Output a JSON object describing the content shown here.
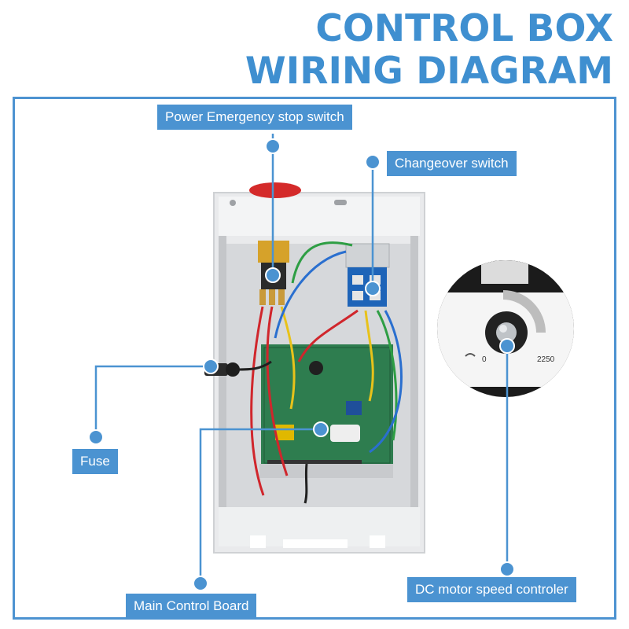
{
  "title": {
    "line1": "CONTROL BOX",
    "line2": "WIRING DIAGRAM"
  },
  "labels": {
    "emergency_stop": "Power Emergency stop switch",
    "changeover": "Changeover switch",
    "fuse": "Fuse",
    "main_board": "Main Control Board",
    "speed_controller": "DC motor speed controler"
  },
  "dial": {
    "min": "0",
    "max": "2250"
  },
  "colors": {
    "accent": "#4b93d1",
    "title": "#3f8fd0",
    "box": "#e9eaec",
    "board": "#2e7d4f",
    "estop_red": "#d42a2a",
    "switch_blue": "#1e64b8",
    "wire_red": "#d0262c",
    "wire_yellow": "#e8c21a",
    "wire_green": "#2e9e44",
    "wire_blue": "#2a6fcf"
  }
}
